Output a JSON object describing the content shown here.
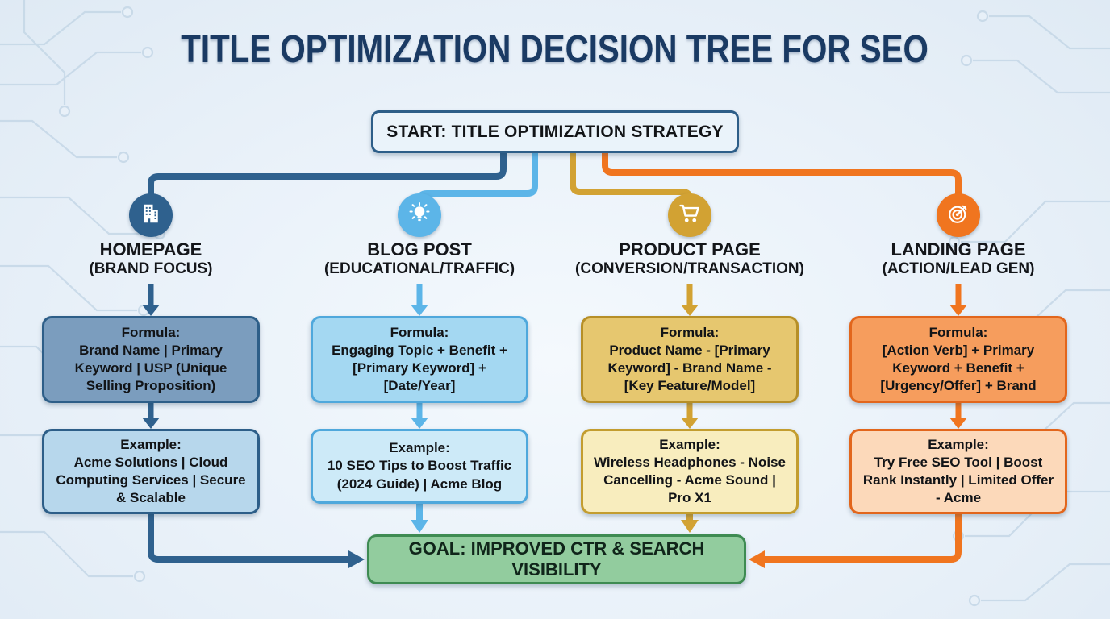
{
  "title": "TITLE OPTIMIZATION DECISION TREE FOR SEO",
  "labels": {
    "formula": "Formula:",
    "example": "Example:"
  },
  "start": {
    "label": "START: TITLE OPTIMIZATION STRATEGY",
    "border": "#2d5e88",
    "bg": "#eaf3fa"
  },
  "goal": {
    "label": "GOAL: IMPROVED CTR & SEARCH VISIBILITY",
    "bg": "#92cc9e",
    "border": "#3e8b52"
  },
  "colors": {
    "background": "#e9f1f8",
    "title": "#1a3a63",
    "circuit": "#c3d6e6"
  },
  "branches": [
    {
      "id": "homepage",
      "icon": "building-icon",
      "name": "HOMEPAGE",
      "subtitle": "(BRAND FOCUS)",
      "color": "#2f618e",
      "formula": "Brand Name | Primary Keyword | USP (Unique Selling Proposition)",
      "example": "Acme Solutions | Cloud Computing Services | Secure & Scalable",
      "formula_bg": "#7b9dbe",
      "formula_border": "#2d5e88",
      "example_bg": "#b7d7ec",
      "example_border": "#2d5e88"
    },
    {
      "id": "blog-post",
      "icon": "lightbulb-icon",
      "name": "BLOG POST",
      "subtitle": "(EDUCATIONAL/TRAFFIC)",
      "color": "#5cb5e8",
      "formula": "Engaging Topic + Benefit + [Primary Keyword] + [Date/Year]",
      "example": "10 SEO Tips to Boost Traffic (2024 Guide) | Acme Blog",
      "formula_bg": "#a4d8f2",
      "formula_border": "#4fa8dc",
      "example_bg": "#cdeaf8",
      "example_border": "#4fa8dc"
    },
    {
      "id": "product-page",
      "icon": "cart-icon",
      "name": "PRODUCT PAGE",
      "subtitle": "(CONVERSION/TRANSACTION)",
      "color": "#d2a233",
      "formula": "Product Name - [Primary Keyword] - Brand Name - [Key Feature/Model]",
      "example": "Wireless Headphones - Noise Cancelling - Acme Sound | Pro X1",
      "formula_bg": "#e6c76f",
      "formula_border": "#b68f27",
      "example_bg": "#f8edbe",
      "example_border": "#c39d2f"
    },
    {
      "id": "landing-page",
      "icon": "target-icon",
      "name": "LANDING PAGE",
      "subtitle": "(ACTION/LEAD GEN)",
      "color": "#f0751f",
      "formula": "[Action Verb] + Primary Keyword + Benefit + [Urgency/Offer] + Brand",
      "example": "Try Free SEO Tool | Boost Rank Instantly | Limited Offer - Acme",
      "formula_bg": "#f69d5d",
      "formula_border": "#e2661c",
      "example_bg": "#fcd9ba",
      "example_border": "#e2661c"
    }
  ]
}
